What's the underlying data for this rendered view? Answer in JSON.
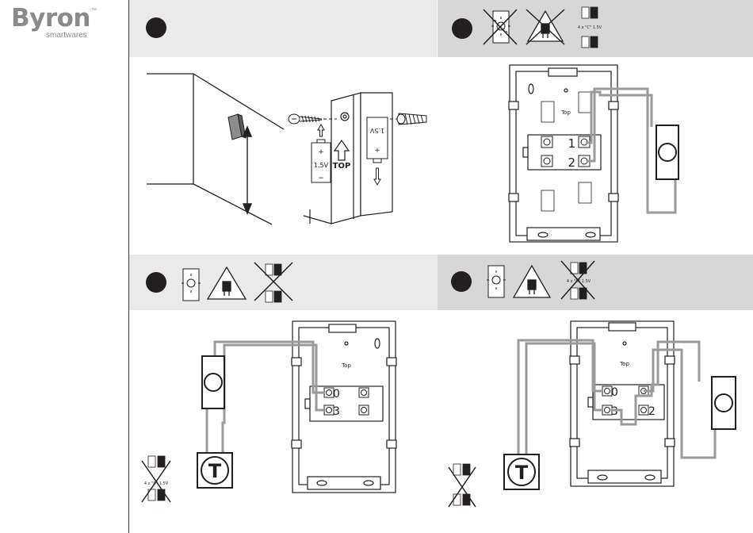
{
  "brand": {
    "name": "Byron",
    "tm": "™",
    "sub": "smartwares"
  },
  "colors": {
    "header_light": "#eaeaea",
    "header_dark": "#d7d7d7",
    "ink": "#231f20",
    "wire": "#9a9a9a",
    "logo": "#8a8a8a"
  },
  "labels": {
    "top": "TOP",
    "top_small": "Top",
    "plus": "+",
    "minus": "−",
    "battery_spec": "1.5V",
    "battery_spec_rot": "1.5V",
    "pack_text": "4 x \"C\" 1.5V",
    "pack_text2": "4 x \"C\" 1.5V",
    "pack_text3": "4 x \"C\" 1.5V",
    "term_1": "1",
    "term_2": "2",
    "term_0": "0",
    "term_3": "3",
    "term_0b": "0",
    "term_3b": "3",
    "term_2b": "2",
    "transformer": "T",
    "transformer2": "T"
  },
  "icons": [
    "step-bullet-icon",
    "lamp-icon",
    "transformer-warning-icon",
    "battery-pack-icon",
    "crossed-out-icon",
    "screw-icon",
    "wall-plug-icon",
    "arrow-up-icon",
    "arrow-down-icon",
    "door-bell-button-icon"
  ]
}
